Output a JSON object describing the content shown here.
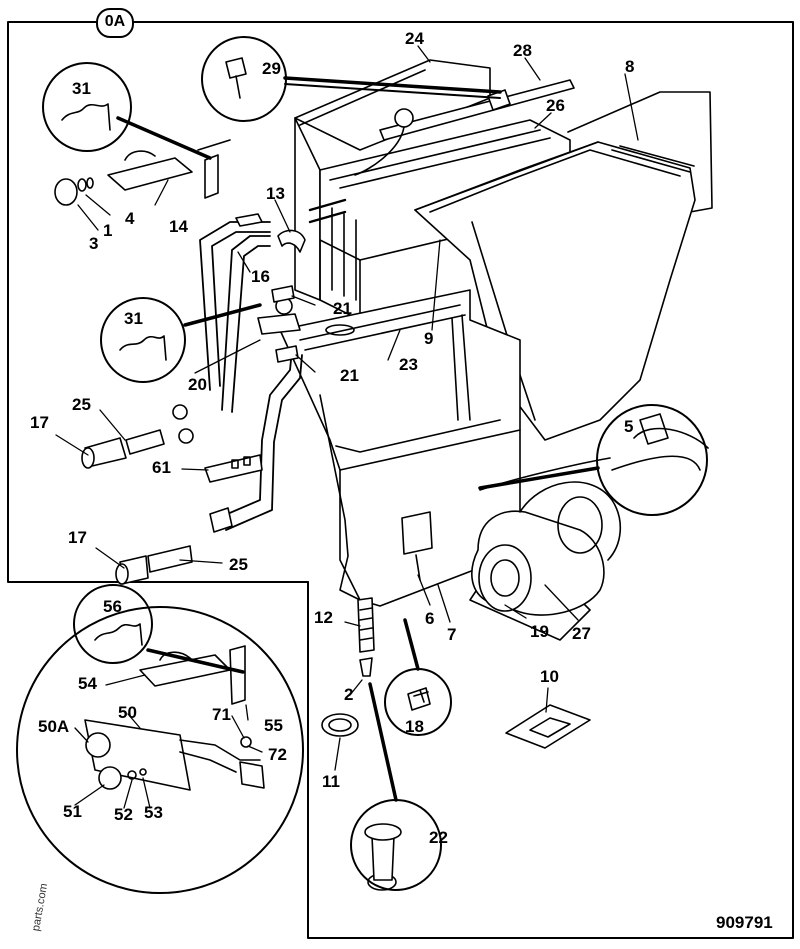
{
  "diagram": {
    "section_badge": "0A",
    "figure_number": "909791",
    "watermark": "parts.com",
    "colors": {
      "ink": "#000000",
      "paper": "#ffffff",
      "shade": "#e6e6e6"
    },
    "part_labels": {
      "p1": "1",
      "p2": "2",
      "p3": "3",
      "p4": "4",
      "p5": "5",
      "p6": "6",
      "p7": "7",
      "p8": "8",
      "p9": "9",
      "p10": "10",
      "p11": "11",
      "p12": "12",
      "p13": "13",
      "p14": "14",
      "p16": "16",
      "p17a": "17",
      "p17b": "17",
      "p18": "18",
      "p19": "19",
      "p20": "20",
      "p21a": "21",
      "p21b": "21",
      "p22": "22",
      "p23": "23",
      "p24": "24",
      "p25a": "25",
      "p25b": "25",
      "p26": "26",
      "p27": "27",
      "p28": "28",
      "p29": "29",
      "p31a": "31",
      "p31b": "31",
      "p50": "50",
      "p50A": "50A",
      "p51": "51",
      "p52": "52",
      "p53": "53",
      "p54": "54",
      "p55": "55",
      "p56": "56",
      "p61": "61",
      "p71": "71",
      "p72": "72"
    }
  }
}
